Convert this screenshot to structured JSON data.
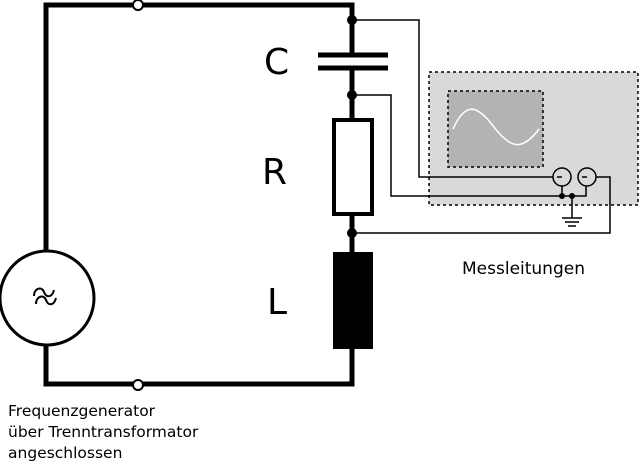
{
  "components": {
    "capacitor": {
      "label": "C"
    },
    "resistor": {
      "label": "R"
    },
    "inductor": {
      "label": "L"
    },
    "generator": {
      "icon": "ac-source-icon"
    }
  },
  "oscilloscope": {
    "caption": "Messleitungen",
    "body_color": "#d9d9d9",
    "screen_color": "#b3b3b3",
    "trace_color": "#ffffff"
  },
  "generator_note": {
    "lines": [
      "Frequenzgenerator",
      "über Trenntransformator",
      "angeschlossen"
    ]
  }
}
